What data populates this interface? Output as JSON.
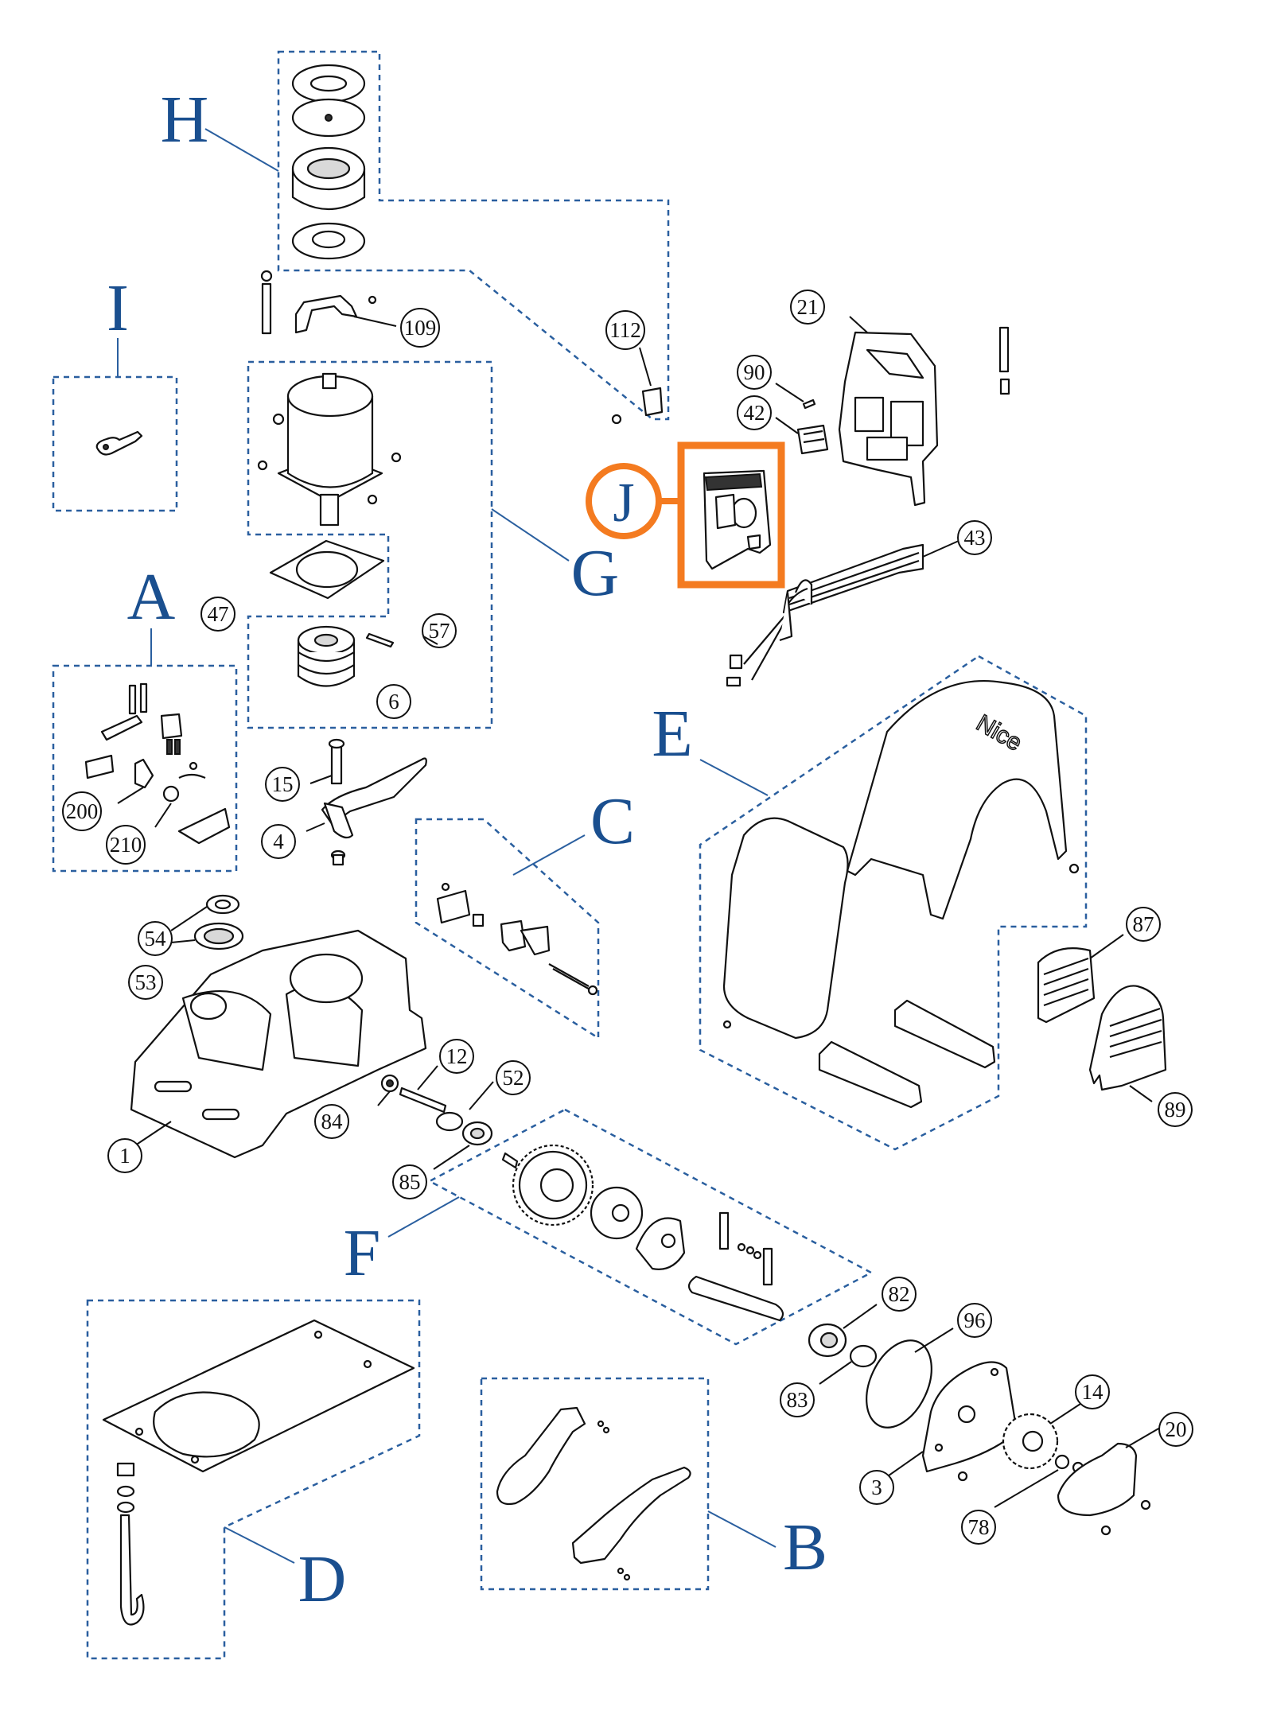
{
  "groups": {
    "A": "A",
    "B": "B",
    "C": "C",
    "D": "D",
    "E": "E",
    "F": "F",
    "G": "G",
    "H": "H",
    "I": "I",
    "J": "J"
  },
  "callouts": {
    "c1": "1",
    "c3": "3",
    "c4": "4",
    "c6": "6",
    "c12": "12",
    "c14": "14",
    "c15": "15",
    "c20": "20",
    "c21": "21",
    "c42": "42",
    "c43": "43",
    "c47": "47",
    "c52": "52",
    "c53": "53",
    "c54": "54",
    "c57": "57",
    "c78": "78",
    "c82": "82",
    "c83": "83",
    "c84": "84",
    "c85": "85",
    "c87": "87",
    "c89": "89",
    "c90": "90",
    "c96": "96",
    "c109": "109",
    "c112": "112",
    "c200": "200",
    "c210": "210"
  },
  "cover_logo": "Nice",
  "colors": {
    "group_blue": "#1a4f8f",
    "highlight_orange": "#f47b20",
    "line": "#111111"
  }
}
